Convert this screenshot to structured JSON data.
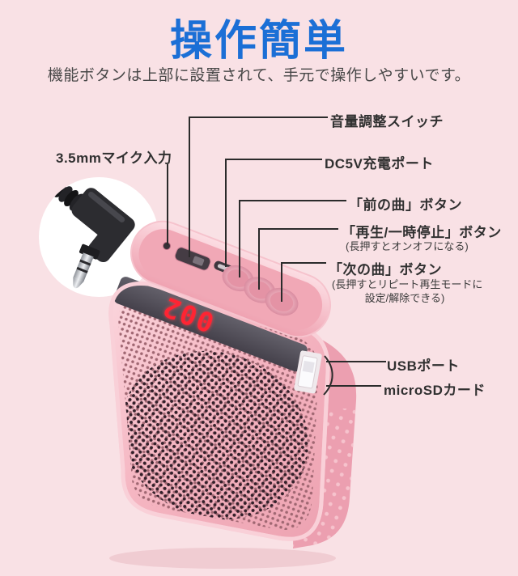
{
  "page": {
    "title": "操作簡単",
    "subtitle": "機能ボタンは上部に設置されて、手元で操作しやすいです。"
  },
  "colors": {
    "background": "#f9e1e5",
    "title_blue": "#1b6fd6",
    "label_text": "#303030",
    "callout_line": "#2b2b2b",
    "device_body_pink": "#f3b0bc",
    "device_side_pink": "#ec9fb0",
    "display_band_dark": "#4a4650",
    "led_red": "#ff2433",
    "inset_circle": "#ffffff"
  },
  "device": {
    "display_value": "002"
  },
  "callouts": {
    "mic": {
      "label": "3.5mmマイク入力"
    },
    "volume": {
      "label": "音量調整スイッチ"
    },
    "dc5v": {
      "label": "DC5V充電ポート"
    },
    "prev": {
      "label": "「前の曲」ボタン"
    },
    "play": {
      "label": "「再生/一時停止」ボタン",
      "note": "(長押すとオンオフになる)"
    },
    "next": {
      "label": "「次の曲」ボタン",
      "note_line1": "(長押すとリピート再生モードに",
      "note_line2": "設定/解除できる)"
    },
    "usb": {
      "label": "USBポート"
    },
    "microsd": {
      "label": "microSDカード"
    }
  }
}
